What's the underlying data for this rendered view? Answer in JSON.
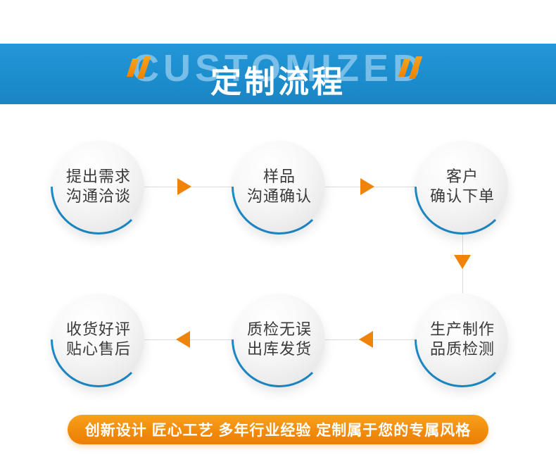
{
  "banner": {
    "ghost_text": "CUSTOMIZED",
    "title": "定制流程"
  },
  "steps": [
    {
      "lines": [
        "提出需求",
        "沟通洽谈"
      ]
    },
    {
      "lines": [
        "样品",
        "沟通确认"
      ]
    },
    {
      "lines": [
        "客户",
        "确认下单"
      ]
    },
    {
      "lines": [
        "生产制作",
        "品质检测"
      ]
    },
    {
      "lines": [
        "质检无误",
        "出库发货"
      ]
    },
    {
      "lines": [
        "收货好评",
        "贴心售后"
      ]
    }
  ],
  "footer": {
    "text": "创新设计 匠心工艺 多年行业经验 定制属于您的专属风格"
  },
  "colors": {
    "banner_blue": "#1e8fcf",
    "arc_blue": "#1e8fcf",
    "accent_orange": "#f0830a",
    "pill_orange": "#f08a0c"
  }
}
